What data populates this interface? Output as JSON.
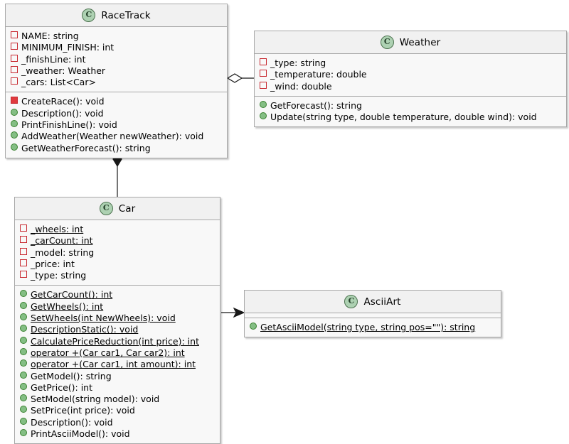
{
  "diagram": {
    "kind": "uml-class-diagram",
    "background": "#FFFFFF",
    "class_icon_letter": "C",
    "colors": {
      "class_fill": "#F8F8F8",
      "header_fill": "#F1F1F1",
      "border": "#A8A8A8",
      "icon_fill": "#ADD1B2",
      "icon_border": "#4C724F",
      "private_marker": "#C82930",
      "public_marker": "#84BE84",
      "line": "#181818"
    }
  },
  "classes": {
    "racetrack": {
      "name": "RaceTrack",
      "fields": [
        {
          "text": "NAME: string",
          "visibility": "private",
          "static": false
        },
        {
          "text": "MINIMUM_FINISH: int",
          "visibility": "private",
          "static": false
        },
        {
          "text": "_finishLine: int",
          "visibility": "private",
          "static": false
        },
        {
          "text": "_weather: Weather",
          "visibility": "private",
          "static": false
        },
        {
          "text": "_cars: List<Car>",
          "visibility": "private",
          "static": false
        }
      ],
      "methods": [
        {
          "text": "CreateRace(): void",
          "visibility": "private",
          "static": false
        },
        {
          "text": "Description(): void",
          "visibility": "public",
          "static": false
        },
        {
          "text": "PrintFinishLine(): void",
          "visibility": "public",
          "static": false
        },
        {
          "text": "AddWeather(Weather newWeather): void",
          "visibility": "public",
          "static": false
        },
        {
          "text": "GetWeatherForecast(): string",
          "visibility": "public",
          "static": false
        }
      ]
    },
    "weather": {
      "name": "Weather",
      "fields": [
        {
          "text": "_type: string",
          "visibility": "private",
          "static": false
        },
        {
          "text": "_temperature: double",
          "visibility": "private",
          "static": false
        },
        {
          "text": "_wind: double",
          "visibility": "private",
          "static": false
        }
      ],
      "methods": [
        {
          "text": "GetForecast(): string",
          "visibility": "public",
          "static": false
        },
        {
          "text": "Update(string type, double temperature, double wind): void",
          "visibility": "public",
          "static": false
        }
      ]
    },
    "car": {
      "name": "Car",
      "fields": [
        {
          "text": "_wheels: int",
          "visibility": "private",
          "static": true
        },
        {
          "text": "_carCount: int",
          "visibility": "private",
          "static": true
        },
        {
          "text": "_model: string",
          "visibility": "private",
          "static": false
        },
        {
          "text": "_price: int",
          "visibility": "private",
          "static": false
        },
        {
          "text": "_type: string",
          "visibility": "private",
          "static": false
        }
      ],
      "methods": [
        {
          "text": "GetCarCount(): int",
          "visibility": "public",
          "static": true
        },
        {
          "text": "GetWheels(): int",
          "visibility": "public",
          "static": true
        },
        {
          "text": "SetWheels(int NewWheels): void",
          "visibility": "public",
          "static": true
        },
        {
          "text": "DescriptionStatic(): void",
          "visibility": "public",
          "static": true
        },
        {
          "text": "CalculatePriceReduction(int price): int",
          "visibility": "public",
          "static": true
        },
        {
          "text": "operator +(Car car1, Car car2): int",
          "visibility": "public",
          "static": true
        },
        {
          "text": "operator +(Car car1, int amount): int",
          "visibility": "public",
          "static": true
        },
        {
          "text": "GetModel(): string",
          "visibility": "public",
          "static": false
        },
        {
          "text": "GetPrice(): int",
          "visibility": "public",
          "static": false
        },
        {
          "text": "SetModel(string model): void",
          "visibility": "public",
          "static": false
        },
        {
          "text": "SetPrice(int price): void",
          "visibility": "public",
          "static": false
        },
        {
          "text": "Description(): void",
          "visibility": "public",
          "static": false
        },
        {
          "text": "PrintAsciiModel(): void",
          "visibility": "public",
          "static": false
        }
      ]
    },
    "asciiart": {
      "name": "AsciiArt",
      "fields": [],
      "methods": [
        {
          "text": "GetAsciiModel(string type, string pos=\"\"): string",
          "visibility": "public",
          "static": true
        }
      ]
    }
  },
  "relationships": [
    {
      "name": "racetrack-weather-aggregation",
      "from": "RaceTrack",
      "to": "Weather",
      "type": "aggregation",
      "marker": "open-diamond"
    },
    {
      "name": "racetrack-car-composition",
      "from": "Car",
      "to": "RaceTrack",
      "type": "composition",
      "marker": "filled-diamond"
    },
    {
      "name": "car-asciiart-association",
      "from": "Car",
      "to": "AsciiArt",
      "type": "association",
      "marker": "arrow"
    }
  ]
}
